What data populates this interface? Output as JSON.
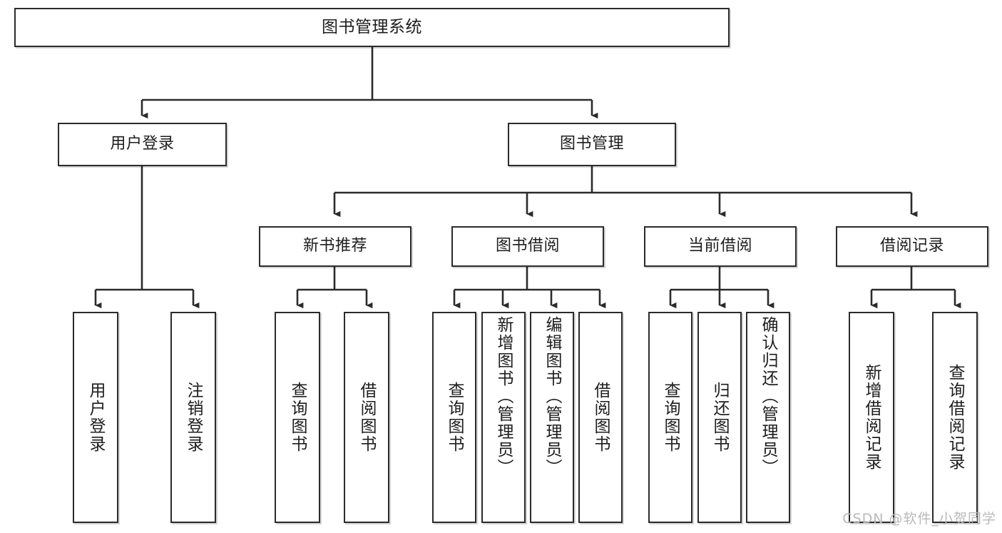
{
  "diagram": {
    "title_box": {
      "label": "图书管理系统"
    },
    "level2": [
      {
        "id": "user-login",
        "label": "用户登录"
      },
      {
        "id": "book-management",
        "label": "图书管理"
      }
    ],
    "level3": [
      {
        "id": "new-book-recommend",
        "label": "新书推荐"
      },
      {
        "id": "book-borrow",
        "label": "图书借阅"
      },
      {
        "id": "current-borrow",
        "label": "当前借阅"
      },
      {
        "id": "borrow-record",
        "label": "借阅记录"
      }
    ],
    "leaves": {
      "user_login": [
        {
          "id": "leaf-user-login",
          "label": "用户登录"
        },
        {
          "id": "leaf-logout-login",
          "label": "注销登录"
        }
      ],
      "new_book_recommend": [
        {
          "id": "leaf-query-book-1",
          "label": "查询图书"
        },
        {
          "id": "leaf-borrow-book-1",
          "label": "借阅图书"
        }
      ],
      "book_borrow": [
        {
          "id": "leaf-query-book-2",
          "label": "查询图书"
        },
        {
          "id": "leaf-add-book",
          "label": "新增图书（管理员）"
        },
        {
          "id": "leaf-edit-book",
          "label": "编辑图书（管理员）"
        },
        {
          "id": "leaf-borrow-book-2",
          "label": "借阅图书"
        }
      ],
      "current_borrow": [
        {
          "id": "leaf-query-book-3",
          "label": "查询图书"
        },
        {
          "id": "leaf-return-book",
          "label": "归还图书"
        },
        {
          "id": "leaf-confirm-return",
          "label": "确认归还（管理员）"
        }
      ],
      "borrow_record": [
        {
          "id": "leaf-add-record",
          "label": "新增借阅记录"
        },
        {
          "id": "leaf-query-record",
          "label": "查询借阅记录"
        }
      ]
    },
    "watermark": "CSDN @软件_小贺同学",
    "colors": {
      "stroke": "#2b2b2b",
      "text": "#1d1d1d",
      "background": "#ffffff",
      "watermark": "#b9b9b9"
    }
  }
}
